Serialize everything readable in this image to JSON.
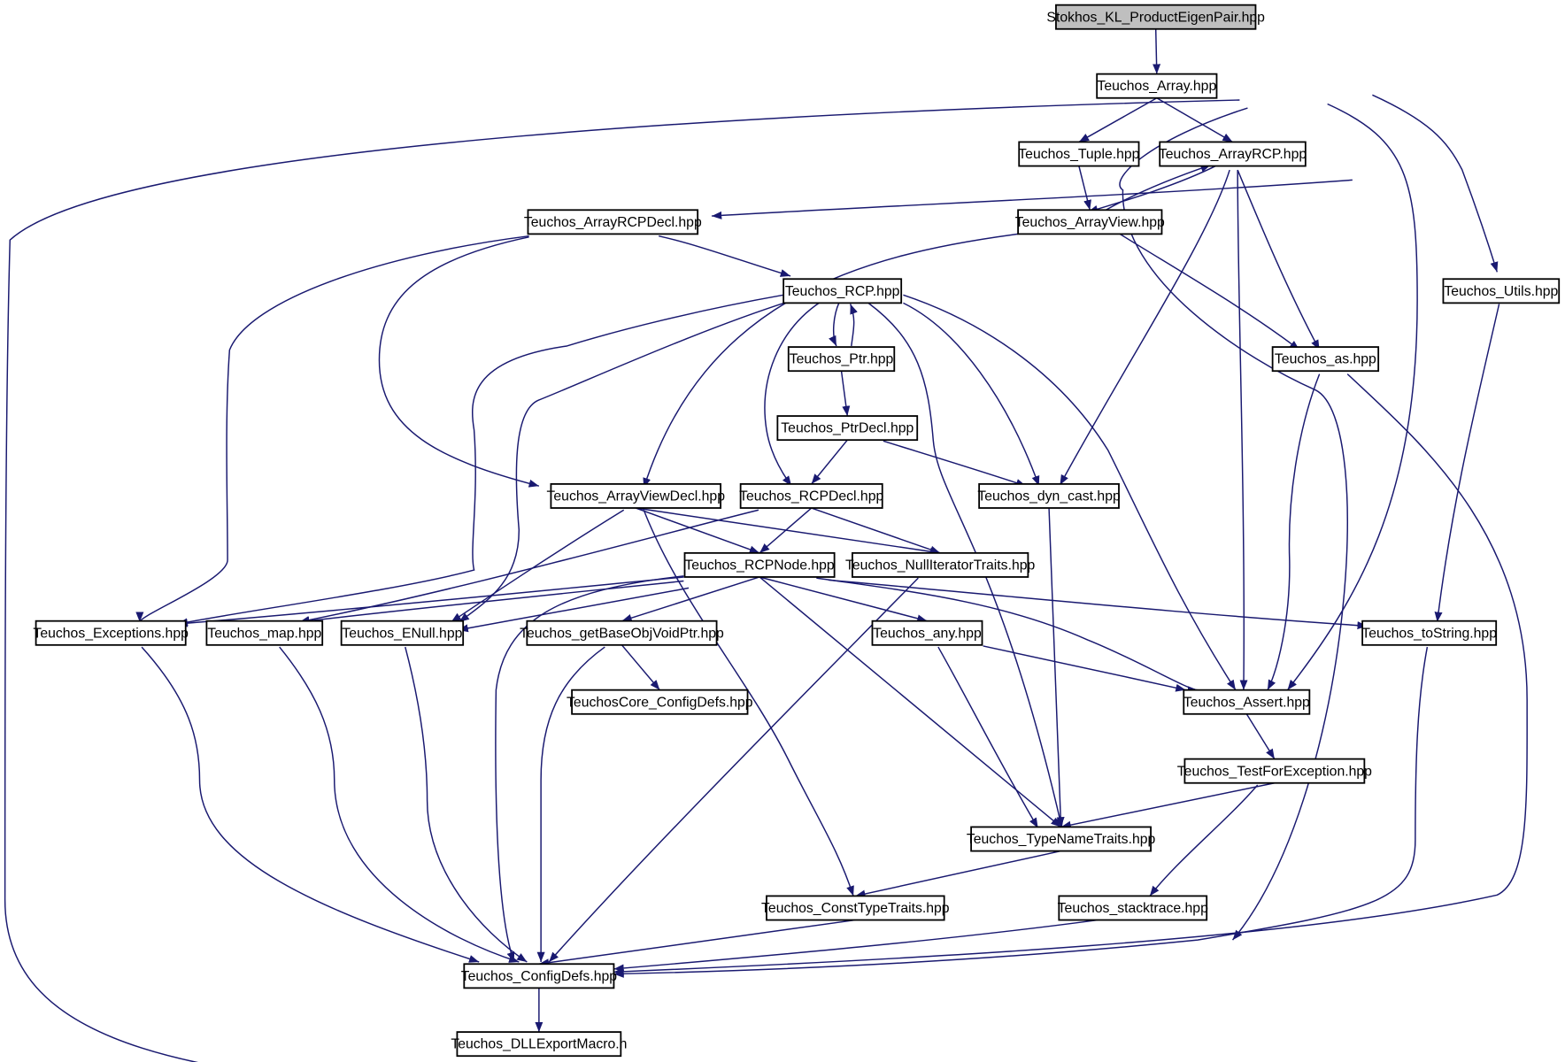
{
  "graph": {
    "title": "Stokhos_KL_ProductEigenPair.hpp",
    "nodes": [
      {
        "id": "root",
        "label": "Stokhos_KL_ProductEigenPair.hpp"
      },
      {
        "id": "array",
        "label": "Teuchos_Array.hpp"
      },
      {
        "id": "tuple",
        "label": "Teuchos_Tuple.hpp"
      },
      {
        "id": "arrayrcp",
        "label": "Teuchos_ArrayRCP.hpp"
      },
      {
        "id": "arrayrcpdecl",
        "label": "Teuchos_ArrayRCPDecl.hpp"
      },
      {
        "id": "arrayview",
        "label": "Teuchos_ArrayView.hpp"
      },
      {
        "id": "rcp",
        "label": "Teuchos_RCP.hpp"
      },
      {
        "id": "utils",
        "label": "Teuchos_Utils.hpp"
      },
      {
        "id": "ptr",
        "label": "Teuchos_Ptr.hpp"
      },
      {
        "id": "as",
        "label": "Teuchos_as.hpp"
      },
      {
        "id": "ptrdecl",
        "label": "Teuchos_PtrDecl.hpp"
      },
      {
        "id": "arrayviewdecl",
        "label": "Teuchos_ArrayViewDecl.hpp"
      },
      {
        "id": "rcpdecl",
        "label": "Teuchos_RCPDecl.hpp"
      },
      {
        "id": "dyncast",
        "label": "Teuchos_dyn_cast.hpp"
      },
      {
        "id": "rcpnode",
        "label": "Teuchos_RCPNode.hpp"
      },
      {
        "id": "nulliter",
        "label": "Teuchos_NullIteratorTraits.hpp"
      },
      {
        "id": "exceptions",
        "label": "Teuchos_Exceptions.hpp"
      },
      {
        "id": "map",
        "label": "Teuchos_map.hpp"
      },
      {
        "id": "enull",
        "label": "Teuchos_ENull.hpp"
      },
      {
        "id": "getbase",
        "label": "Teuchos_getBaseObjVoidPtr.hpp"
      },
      {
        "id": "any",
        "label": "Teuchos_any.hpp"
      },
      {
        "id": "tostring",
        "label": "Teuchos_toString.hpp"
      },
      {
        "id": "coreconfig",
        "label": "TeuchosCore_ConfigDefs.hpp"
      },
      {
        "id": "assert",
        "label": "Teuchos_Assert.hpp"
      },
      {
        "id": "testfor",
        "label": "Teuchos_TestForException.hpp"
      },
      {
        "id": "typename",
        "label": "Teuchos_TypeNameTraits.hpp"
      },
      {
        "id": "consttype",
        "label": "Teuchos_ConstTypeTraits.hpp"
      },
      {
        "id": "stacktrace",
        "label": "Teuchos_stacktrace.hpp"
      },
      {
        "id": "configdefs",
        "label": "Teuchos_ConfigDefs.hpp"
      },
      {
        "id": "dllexport",
        "label": "Teuchos_DLLExportMacro.h"
      }
    ],
    "edges": [
      [
        "root",
        "array"
      ],
      [
        "array",
        "configdefs"
      ],
      [
        "array",
        "typename"
      ],
      [
        "array",
        "tuple"
      ],
      [
        "array",
        "arrayrcp"
      ],
      [
        "array",
        "assert"
      ],
      [
        "array",
        "utils"
      ],
      [
        "tuple",
        "arrayview"
      ],
      [
        "arrayrcp",
        "arrayrcpdecl"
      ],
      [
        "arrayrcp",
        "arrayview"
      ],
      [
        "arrayrcp",
        "dyncast"
      ],
      [
        "arrayrcp",
        "assert"
      ],
      [
        "arrayrcp",
        "as"
      ],
      [
        "arrayview",
        "arrayrcp"
      ],
      [
        "arrayview",
        "arrayviewdecl"
      ],
      [
        "arrayview",
        "as"
      ],
      [
        "arrayrcpdecl",
        "rcp"
      ],
      [
        "arrayrcpdecl",
        "arrayviewdecl"
      ],
      [
        "arrayrcpdecl",
        "exceptions"
      ],
      [
        "rcp",
        "ptr"
      ],
      [
        "rcp",
        "rcpdecl"
      ],
      [
        "rcp",
        "dyncast"
      ],
      [
        "rcp",
        "typename"
      ],
      [
        "rcp",
        "assert"
      ],
      [
        "rcp",
        "exceptions"
      ],
      [
        "rcp",
        "enull"
      ],
      [
        "ptr",
        "rcp"
      ],
      [
        "ptr",
        "ptrdecl"
      ],
      [
        "ptrdecl",
        "rcpdecl"
      ],
      [
        "ptrdecl",
        "dyncast"
      ],
      [
        "utils",
        "tostring"
      ],
      [
        "as",
        "assert"
      ],
      [
        "as",
        "configdefs"
      ],
      [
        "arrayviewdecl",
        "rcpnode"
      ],
      [
        "arrayviewdecl",
        "nulliter"
      ],
      [
        "arrayviewdecl",
        "enull"
      ],
      [
        "arrayviewdecl",
        "consttype"
      ],
      [
        "rcpdecl",
        "rcpnode"
      ],
      [
        "rcpdecl",
        "nulliter"
      ],
      [
        "rcpdecl",
        "map"
      ],
      [
        "dyncast",
        "typename"
      ],
      [
        "rcpnode",
        "exceptions"
      ],
      [
        "rcpnode",
        "map"
      ],
      [
        "rcpnode",
        "enull"
      ],
      [
        "rcpnode",
        "getbase"
      ],
      [
        "rcpnode",
        "any"
      ],
      [
        "rcpnode",
        "assert"
      ],
      [
        "rcpnode",
        "tostring"
      ],
      [
        "rcpnode",
        "typename"
      ],
      [
        "rcpnode",
        "configdefs"
      ],
      [
        "nulliter",
        "configdefs"
      ],
      [
        "exceptions",
        "configdefs"
      ],
      [
        "map",
        "configdefs"
      ],
      [
        "enull",
        "configdefs"
      ],
      [
        "getbase",
        "coreconfig"
      ],
      [
        "getbase",
        "configdefs"
      ],
      [
        "any",
        "assert"
      ],
      [
        "any",
        "typename"
      ],
      [
        "tostring",
        "configdefs"
      ],
      [
        "assert",
        "testfor"
      ],
      [
        "testfor",
        "typename"
      ],
      [
        "testfor",
        "stacktrace"
      ],
      [
        "typename",
        "consttype"
      ],
      [
        "consttype",
        "configdefs"
      ],
      [
        "stacktrace",
        "configdefs"
      ],
      [
        "configdefs",
        "dllexport"
      ]
    ]
  }
}
